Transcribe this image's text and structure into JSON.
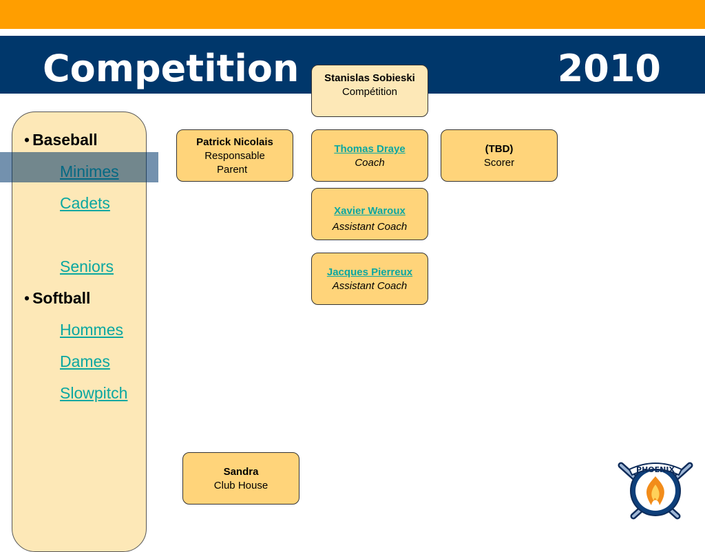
{
  "header": {
    "title": "Competition",
    "year": "2010"
  },
  "sidebar": {
    "categories": [
      {
        "label": "Baseball",
        "links": [
          "Minimes",
          "Cadets",
          "",
          "Seniors"
        ]
      },
      {
        "label": "Softball",
        "links": [
          "Hommes",
          "Dames",
          "Slowpitch"
        ]
      }
    ],
    "bullet": "•"
  },
  "org": {
    "head": {
      "name": "Stanislas Sobieski",
      "role": "Compétition"
    },
    "parent": {
      "name": "Patrick Nicolais",
      "role_line1": "Responsable",
      "role_line2": "Parent"
    },
    "coach": {
      "name": "Thomas Draye",
      "role": "Coach"
    },
    "scorer": {
      "name": "(TBD)",
      "role": "Scorer"
    },
    "assistant1": {
      "name": "Xavier Waroux",
      "role": "Assistant Coach"
    },
    "assistant2": {
      "name": "Jacques Pierreux",
      "role": "Assistant Coach"
    },
    "clubhouse": {
      "name": "Sandra",
      "role": "Club House"
    }
  },
  "logo": {
    "text": "PHOENIX",
    "icon": "phoenix-baseball-logo-icon"
  },
  "colors": {
    "orange": "#ff9e00",
    "navy": "#00376b",
    "box": "#ffd47a",
    "box_light": "#fde8b7",
    "link": "#0aa7a1"
  }
}
